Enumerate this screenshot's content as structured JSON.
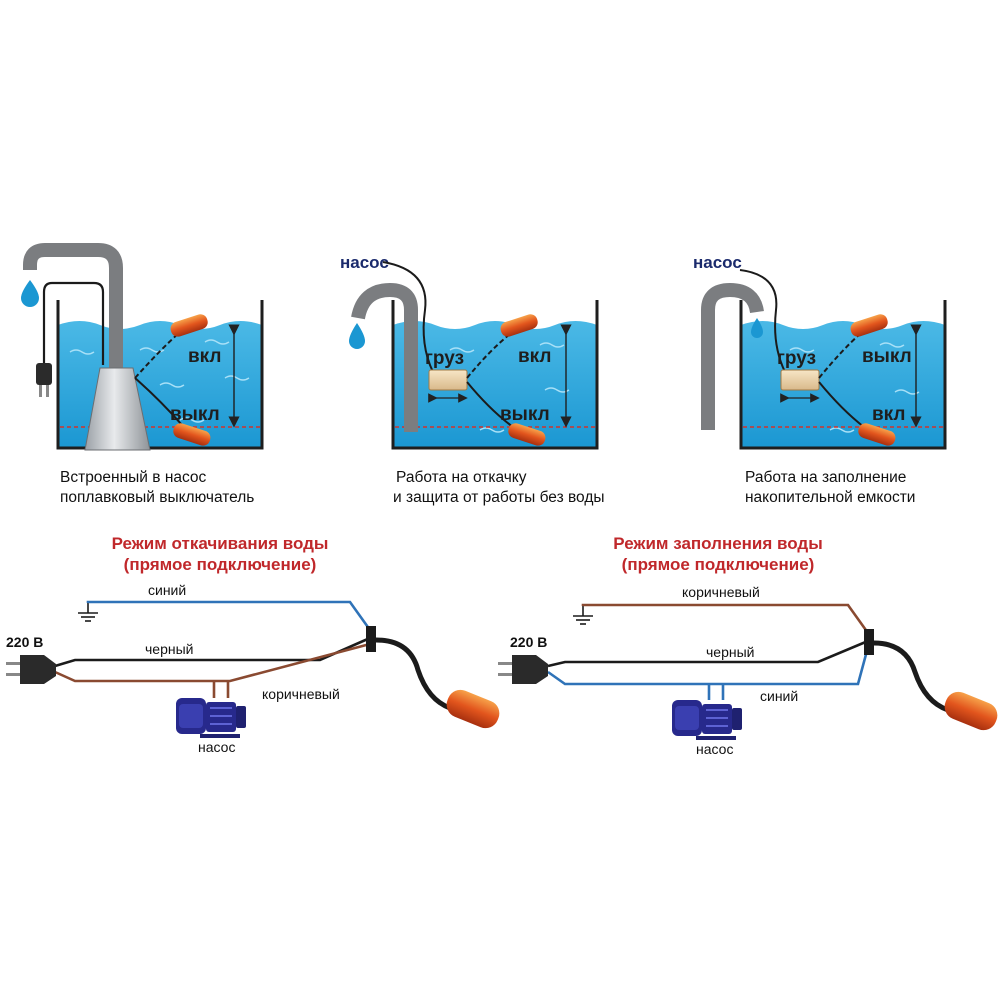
{
  "colors": {
    "water": "#2aa8df",
    "pipe": "#7b7d80",
    "float": "#e1501c",
    "wire_blue": "#2f73b8",
    "wire_brown": "#8a4a31",
    "wire_black": "#1b1b1b",
    "pump": "#27298c",
    "mode_title": "#c0282b"
  },
  "panels": [
    {
      "caption_line1": "Встроенный в насос",
      "caption_line2": "поплавковый выключатель",
      "label_on": "вкл",
      "label_off": "выкл"
    },
    {
      "pump_label": "насос",
      "weight_label": "груз",
      "label_upper": "вкл",
      "label_lower": "выкл",
      "caption_line1": "Работа на откачку",
      "caption_line2": "и защита от работы без воды"
    },
    {
      "pump_label": "насос",
      "weight_label": "груз",
      "label_upper": "выкл",
      "label_lower": "вкл",
      "caption_line1": "Работа на заполнение",
      "caption_line2": "накопительной емкости"
    }
  ],
  "wiring": [
    {
      "title_line1": "Режим откачивания воды",
      "title_line2": "(прямое подключение)",
      "voltage": "220 В",
      "wire_top": "синий",
      "wire_middle": "черный",
      "wire_pump": "коричневый",
      "pump_label": "насос"
    },
    {
      "title_line1": "Режим заполнения воды",
      "title_line2": "(прямое подключение)",
      "voltage": "220 В",
      "wire_top": "коричневый",
      "wire_middle": "черный",
      "wire_pump": "синий",
      "pump_label": "насос"
    }
  ]
}
